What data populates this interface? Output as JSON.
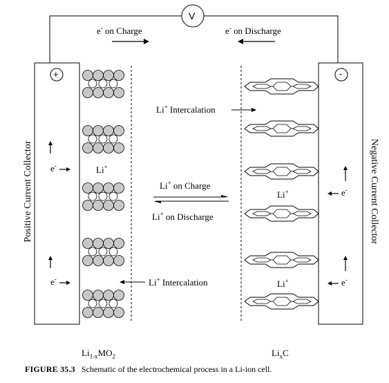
{
  "meter": {
    "label": "V"
  },
  "top_arrows": {
    "charge": {
      "e": "e",
      "sign": "-",
      "text": " on Charge"
    },
    "discharge": {
      "e": "e",
      "sign": "-",
      "text": " on Discharge"
    }
  },
  "collectors": {
    "positive": {
      "sign": "+",
      "label": "Positive Current Collector"
    },
    "negative": {
      "sign": "-",
      "label": "Negative Current Collector"
    }
  },
  "electron_labels": {
    "e": "e",
    "sign": "-"
  },
  "ion_label": {
    "base": "Li",
    "charge": "+"
  },
  "intercalation_text": " Intercalation",
  "middle": {
    "charge_text": " on Charge",
    "discharge_text": " on Discharge"
  },
  "electrodes": {
    "cathode": {
      "li": "Li",
      "sub": "1-x",
      "rest": "MO",
      "sub2": "2"
    },
    "anode": {
      "li": "Li",
      "sub": "x",
      "rest": "C"
    }
  },
  "caption": {
    "figure": "FIGURE 35.3",
    "text": "Schematic of the electrochemical process in a Li-ion cell."
  },
  "colors": {
    "line": "#000000",
    "atom_fill": "#c8c8c8",
    "li_fill": "#ffffff"
  }
}
